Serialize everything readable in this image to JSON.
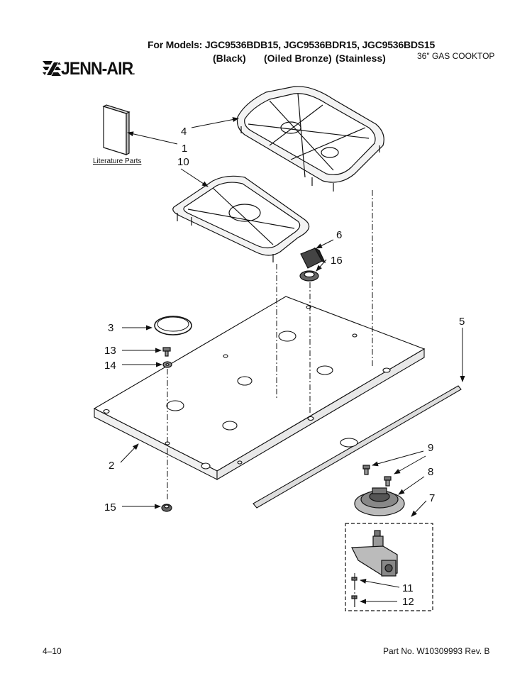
{
  "header": {
    "models_line": "For Models: JGC9536BDB15, JGC9536BDR15, JGC9536BDS15",
    "finishes": [
      "(Black)",
      "(Oiled Bronze)",
      "(Stainless)"
    ],
    "product_type": "36\" GAS COOKTOP",
    "brand": "JENN-AIR",
    "brand_mark": "."
  },
  "diagram": {
    "literature_label": "Literature Parts",
    "callouts": {
      "c1": "1",
      "c2": "2",
      "c3": "3",
      "c4": "4",
      "c5": "5",
      "c6": "6",
      "c7": "7",
      "c8": "8",
      "c9": "9",
      "c10": "10",
      "c11": "11",
      "c12": "12",
      "c13": "13",
      "c14": "14",
      "c15": "15",
      "c16": "16"
    }
  },
  "footer": {
    "page_number": "4–10",
    "part_number": "Part No. W10309993 Rev. B"
  }
}
